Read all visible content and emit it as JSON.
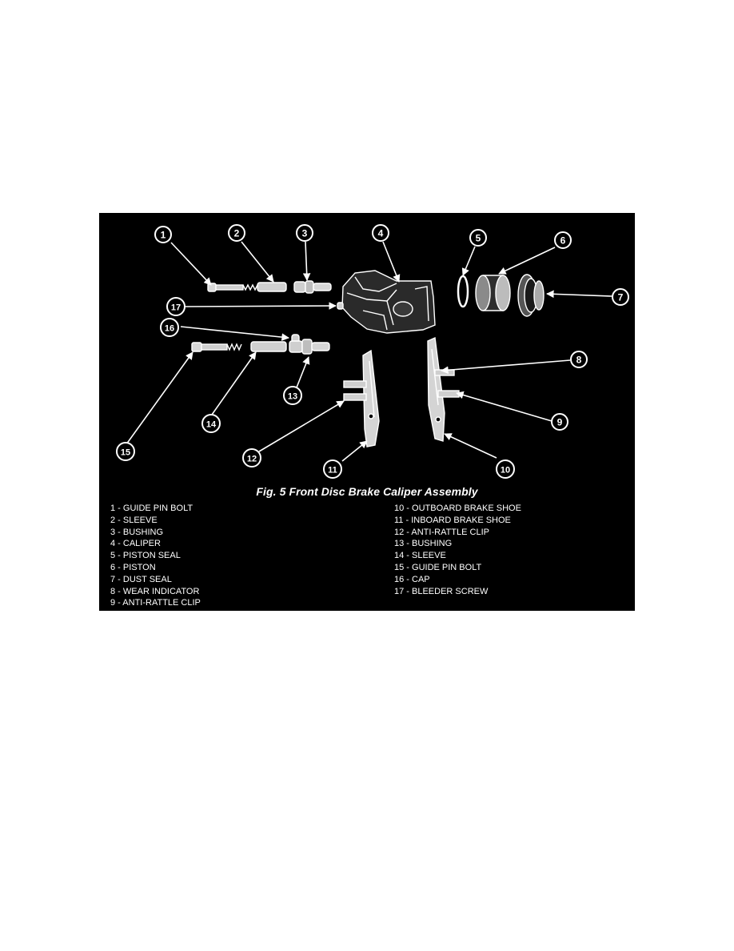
{
  "figure": {
    "caption": "Fig. 5 Front Disc Brake Caliper Assembly",
    "callouts": [
      {
        "num": "1",
        "label": "GUIDE PIN BOLT"
      },
      {
        "num": "2",
        "label": "SLEEVE"
      },
      {
        "num": "3",
        "label": "BUSHING"
      },
      {
        "num": "4",
        "label": "CALIPER"
      },
      {
        "num": "5",
        "label": "PISTON SEAL"
      },
      {
        "num": "6",
        "label": "PISTON"
      },
      {
        "num": "7",
        "label": "DUST SEAL"
      },
      {
        "num": "8",
        "label": "WEAR INDICATOR"
      },
      {
        "num": "9",
        "label": "ANTI-RATTLE CLIP"
      },
      {
        "num": "10",
        "label": "OUTBOARD BRAKE SHOE"
      },
      {
        "num": "11",
        "label": "INBOARD BRAKE SHOE"
      },
      {
        "num": "12",
        "label": "ANTI-RATTLE CLIP"
      },
      {
        "num": "13",
        "label": "BUSHING"
      },
      {
        "num": "14",
        "label": "SLEEVE"
      },
      {
        "num": "15",
        "label": "GUIDE PIN BOLT"
      },
      {
        "num": "16",
        "label": "CAP"
      },
      {
        "num": "17",
        "label": "BLEEDER SCREW"
      }
    ],
    "legend_left": [
      "1 - GUIDE PIN BOLT",
      "2 - SLEEVE",
      "3 - BUSHING",
      "4 - CALIPER",
      "5 - PISTON SEAL",
      "6 - PISTON",
      "7 - DUST SEAL",
      "8 - WEAR INDICATOR",
      "9 - ANTI-RATTLE CLIP"
    ],
    "legend_right": [
      "10 - OUTBOARD BRAKE SHOE",
      "11 - INBOARD BRAKE SHOE",
      "12 - ANTI-RATTLE CLIP",
      "13 - BUSHING",
      "14 - SLEEVE",
      "15 - GUIDE PIN BOLT",
      "16 - CAP",
      "17 - BLEEDER SCREW"
    ],
    "colors": {
      "background": "#000000",
      "ink": "#ffffff"
    }
  }
}
